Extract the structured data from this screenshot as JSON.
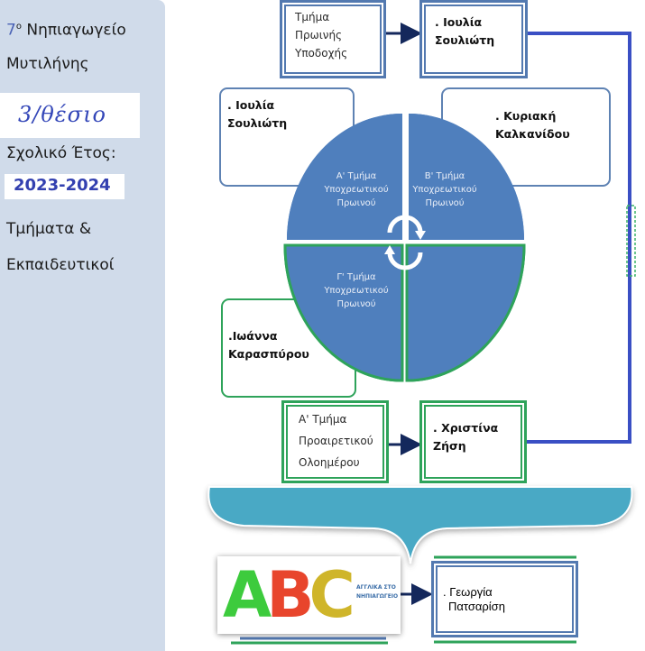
{
  "sidebar": {
    "school_number": "7",
    "school_superscript": "ο",
    "school_name_line1": "Νηπιαγωγείο",
    "school_name_line2": "Μυτιλήνης",
    "positions": "3/θέσιο",
    "school_year_label": "Σχολικό Έτος:",
    "school_year": "2023-2024",
    "section_title_line1": "Τμήματα &",
    "section_title_line2": "Εκπαιδευτικοί"
  },
  "diagram": {
    "early_reception": {
      "label_lines": [
        "Τμήμα",
        "Πρωινής",
        "Υποδοχής"
      ],
      "teacher_lines": [
        ". Ιουλία",
        "Σουλιώτη"
      ]
    },
    "class_a": {
      "label_lines": [
        "Α' Τμήμα",
        "Υποχρεωτικού",
        "Πρωινού"
      ],
      "teacher_lines": [
        ". Ιουλία",
        "Σουλιώτη"
      ]
    },
    "class_b": {
      "label_lines": [
        "Β' Τμήμα",
        "Υποχρεωτικού",
        "Πρωινού"
      ],
      "teacher_lines": [
        ". Κυριακή",
        "Καλκανίδου"
      ]
    },
    "class_c": {
      "label_lines": [
        "Γ' Τμήμα",
        "Υποχρεωτικού",
        "Πρωινού"
      ],
      "teacher_lines": [
        ".Ιωάννα",
        "Καρασπύρου"
      ]
    },
    "all_day": {
      "label_lines": [
        "Α' Τμήμα",
        "Προαιρετικού",
        "Ολοημέρου"
      ],
      "teacher_lines": [
        ". Χριστίνα",
        "Ζήση"
      ]
    },
    "english": {
      "image_letters": [
        "A",
        "B",
        "C"
      ],
      "image_caption_lines": [
        "ΑΓΓΛΙΚΑ ΣΤΟ",
        "ΝΗΠΙΑΓΩΓΕΙΟ"
      ],
      "teacher_lines": [
        ". Γεωργία",
        "Πατσαρίση"
      ]
    },
    "colors": {
      "pie_fill": "#4f7fbd",
      "blue_border": "#5379b0",
      "green_border": "#2ea35a",
      "connector": "#3a4fc4",
      "arrow": "#14285c",
      "brace": "#4aa9c5"
    }
  }
}
